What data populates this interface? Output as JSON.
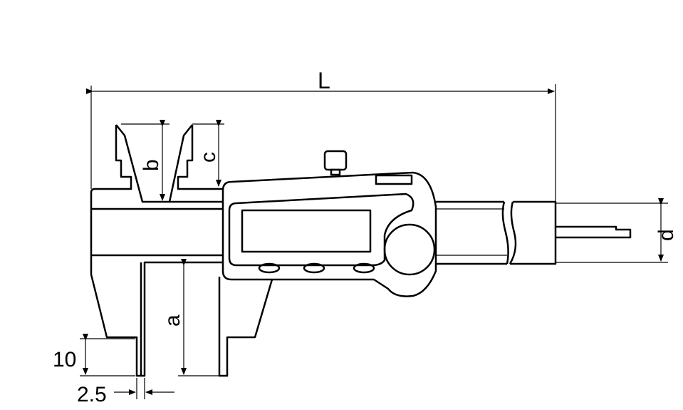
{
  "title": "Digital caliper dimension drawing",
  "labels": {
    "overall_length": "L",
    "inner_jaw_depth": "b",
    "outer_jaw_depth_upper": "c",
    "jaw_depth": "a",
    "beam_height": "d",
    "tip_height": "10",
    "tip_width": "2.5"
  }
}
